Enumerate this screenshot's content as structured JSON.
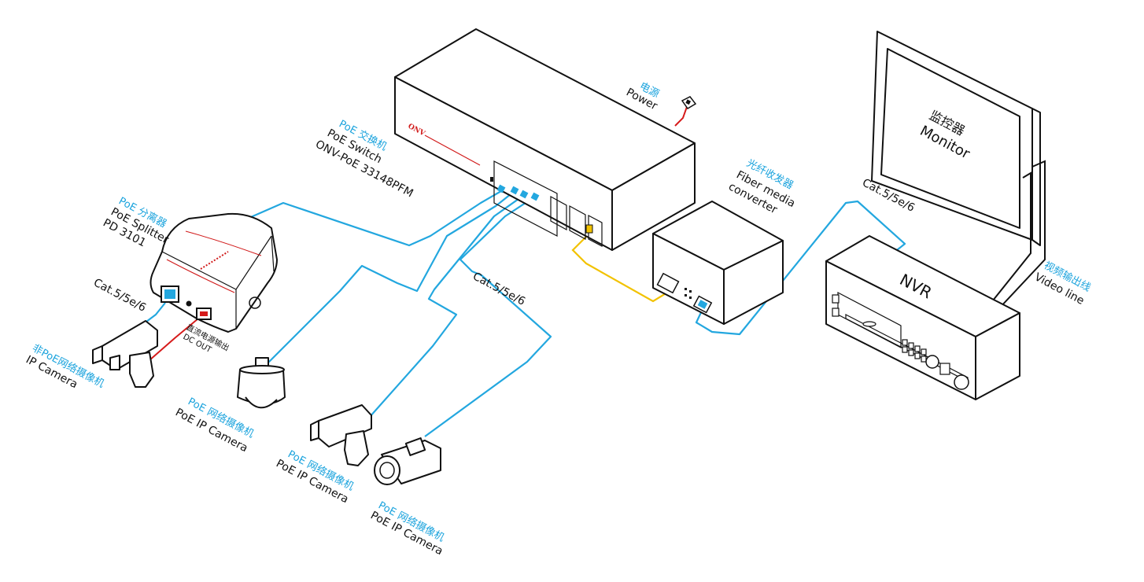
{
  "colors": {
    "cable_blue": "#23a7df",
    "cable_yellow": "#f2c200",
    "cable_red": "#d61b1b",
    "label_cn": "#1aa3dd"
  },
  "power": {
    "cn": "电源",
    "en": "Power"
  },
  "switch": {
    "cn": "PoE 交换机",
    "en": "PoE  Switch",
    "model": "ONV-PoE 33148PFM",
    "brand": "ONV"
  },
  "splitter": {
    "cn": "PoE 分离器",
    "en": "PoE Splitter",
    "model": "PD 3101",
    "dc_cn": "直流电源输出",
    "dc_en": "DC OUT"
  },
  "fiber": {
    "cn": "光纤收发器",
    "en1": "Fiber media",
    "en2": "converter"
  },
  "monitor": {
    "cn": "监控器",
    "en": "Monitor"
  },
  "nvr": {
    "label": "NVR"
  },
  "video_line": {
    "cn": "视频输出线",
    "en": "Video line"
  },
  "cat_labels": {
    "splitter": "Cat.5/5e/6",
    "switch_cams": "Cat.5/5e/6",
    "nvr": "Cat.5/5e/6"
  },
  "cameras": {
    "non_poe": {
      "cn": "非PoE网络摄像机",
      "en": "IP Camera"
    },
    "dome": {
      "cn": "PoE 网络摄像机",
      "en": "PoE IP Camera"
    },
    "box": {
      "cn": "PoE 网络摄像机",
      "en": "PoE IP Camera"
    },
    "bullet": {
      "cn": "PoE 网络摄像机",
      "en": "PoE IP Camera"
    }
  }
}
